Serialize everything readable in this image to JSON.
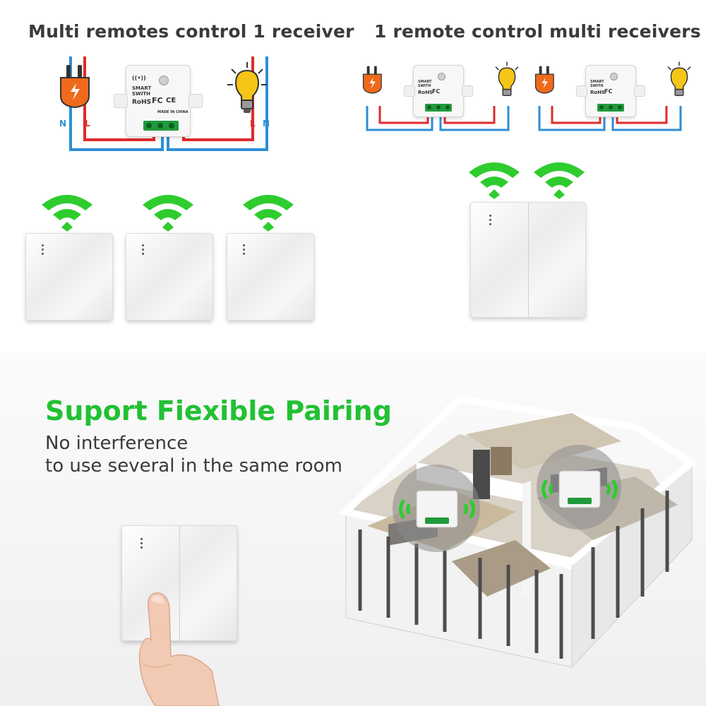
{
  "headings": {
    "left": "Multi remotes control 1 receiver",
    "right": "1 remote control multi receivers"
  },
  "promo": {
    "title": "Suport Fiexible Pairing",
    "line1": "No interference",
    "line2": "to use several in the same room"
  },
  "module_labels": {
    "brand_line1": "SMART",
    "brand_line2": "SWITH",
    "rohs": "RoHS",
    "fc": "FC",
    "ce": "CE",
    "made_in": "MADE IN CHINA"
  },
  "wire_labels": {
    "n": "N",
    "l": "L"
  },
  "icons": [
    "plug-icon",
    "bulb-icon",
    "wifi-signal-icon",
    "wall-switch-icon",
    "receiver-module-icon",
    "hand-icon",
    "apartment-illustration"
  ],
  "colors": {
    "heading": "#3a3a3a",
    "accent_green": "#22c133",
    "wire_red": "#e02a2a",
    "wire_blue": "#2d8ed6",
    "plug_orange": "#ef6a1a",
    "bulb_yellow": "#f5c518"
  }
}
